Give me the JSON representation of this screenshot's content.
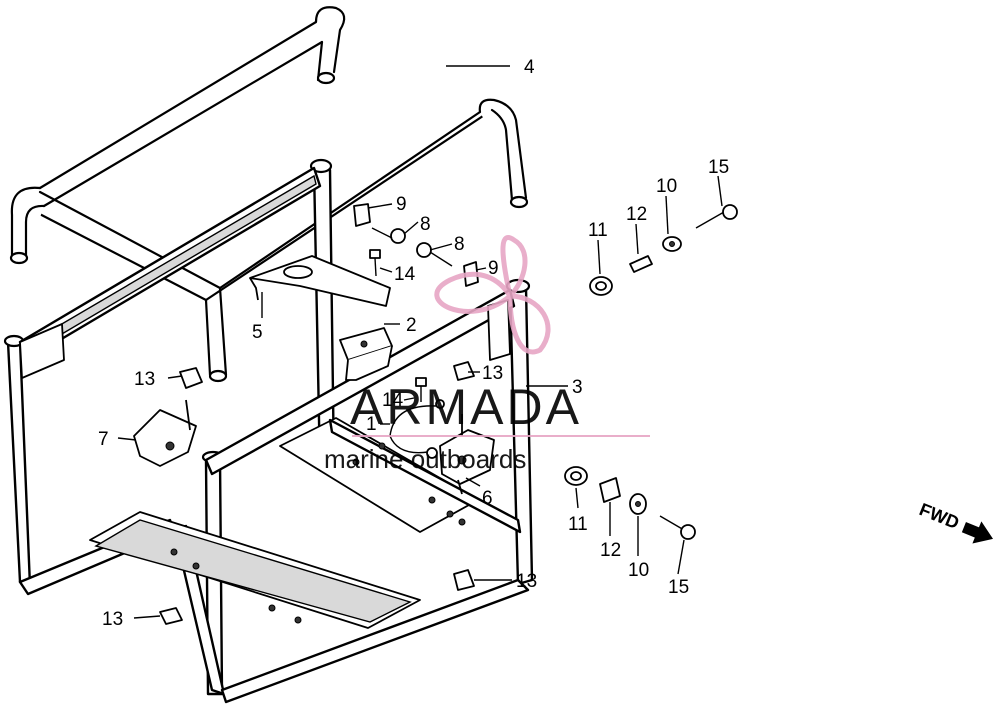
{
  "watermark": {
    "brand": "ARMADA",
    "tagline": "marine outboards",
    "accent_color": "#e7a6c5",
    "text_color": "#8a8a8a"
  },
  "fwd_label": "FWD",
  "callouts": {
    "c1": "1",
    "c2": "2",
    "c3": "3",
    "c4": "4",
    "c5": "5",
    "c6": "6",
    "c7": "7",
    "c8a": "8",
    "c8b": "8",
    "c9a": "9",
    "c9b": "9",
    "c10a": "10",
    "c10b": "10",
    "c11a": "11",
    "c11b": "11",
    "c12a": "12",
    "c12b": "12",
    "c13a": "13",
    "c13b": "13",
    "c13c": "13",
    "c13d": "13",
    "c14a": "14",
    "c14b": "14",
    "c15a": "15",
    "c15b": "15"
  }
}
